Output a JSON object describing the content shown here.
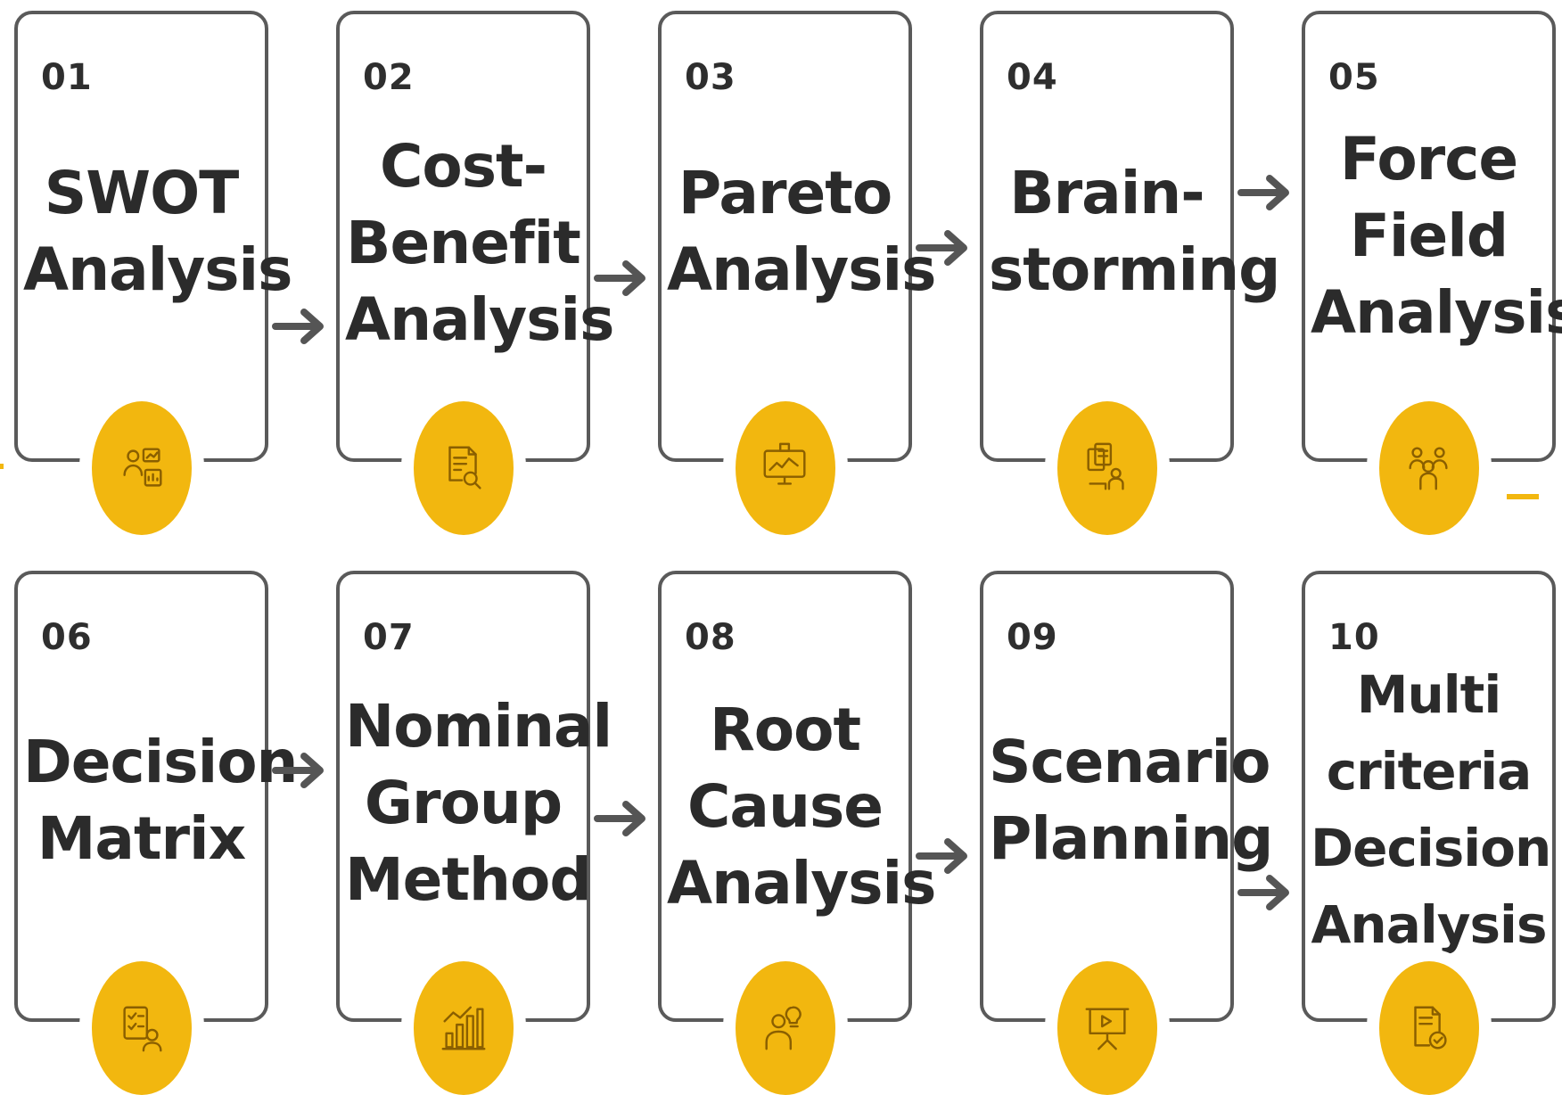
{
  "accent_color": "#f2b70f",
  "border_color": "#5a5a5a",
  "steps": [
    {
      "number": "01",
      "title": "SWOT\nAnalysis",
      "icon": "team-chart-icon"
    },
    {
      "number": "02",
      "title": "Cost-\nBenefit\nAnalysis",
      "icon": "document-search-icon"
    },
    {
      "number": "03",
      "title": "Pareto\nAnalysis",
      "icon": "monitor-analytics-icon"
    },
    {
      "number": "04",
      "title": "Brain-\nstorming",
      "icon": "documents-presenter-icon"
    },
    {
      "number": "05",
      "title": "Force\nField\nAnalysis",
      "icon": "group-people-icon"
    },
    {
      "number": "06",
      "title": "Decision\nMatrix",
      "icon": "checklist-user-icon"
    },
    {
      "number": "07",
      "title": "Nominal\nGroup\nMethod",
      "icon": "bar-chart-icon"
    },
    {
      "number": "08",
      "title": "Root\nCause\nAnalysis",
      "icon": "person-idea-icon"
    },
    {
      "number": "09",
      "title": "Scenario\nPlanning",
      "icon": "presentation-board-icon"
    },
    {
      "number": "10",
      "title": "Multi\ncriteria\nDecision\nAnalysis",
      "icon": "document-check-icon"
    }
  ]
}
